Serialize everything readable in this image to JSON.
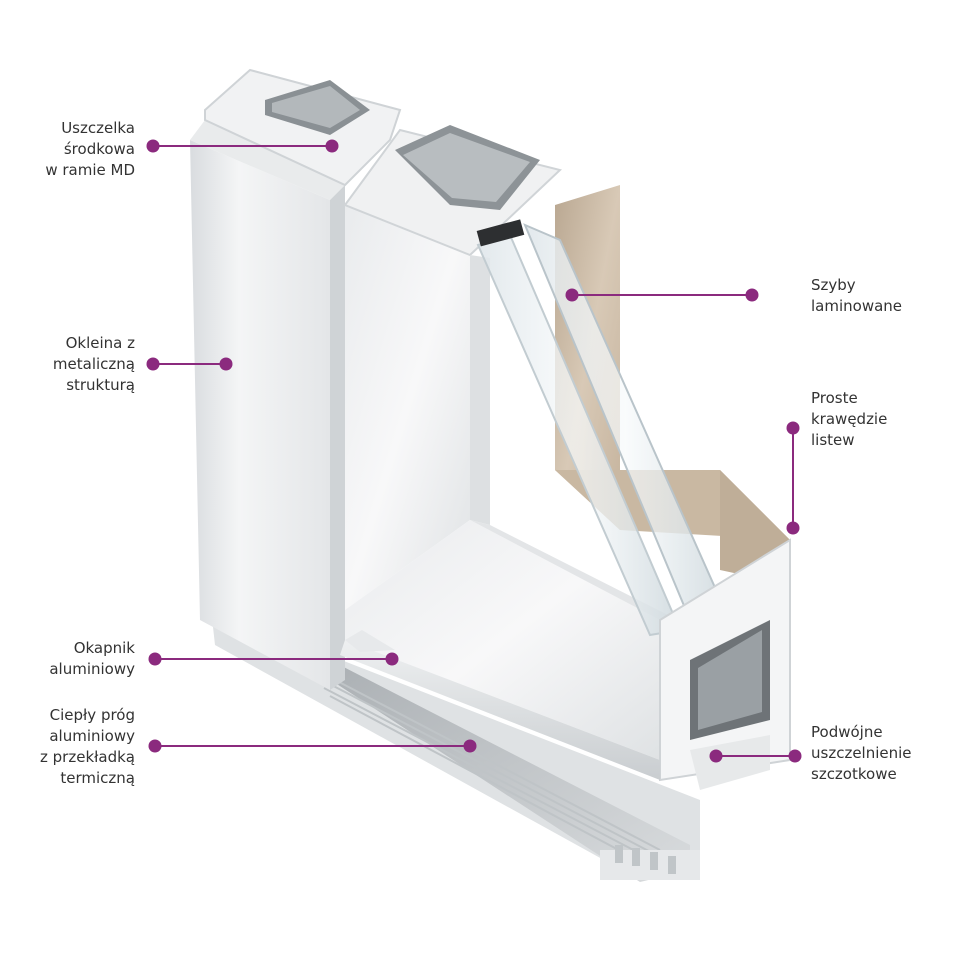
{
  "colors": {
    "accent": "#8b2a7e",
    "label_text": "#333333",
    "frame_white": "#f2f3f4",
    "wood_veneer": "#cdbba6"
  },
  "callouts": [
    {
      "id": "center-seal",
      "lines": [
        "Uszczelka",
        "środkowa",
        "w ramie MD"
      ]
    },
    {
      "id": "metallic-veneer",
      "lines": [
        "Okleina z",
        "metaliczną",
        "strukturą"
      ]
    },
    {
      "id": "aluminium-drip",
      "lines": [
        "Okapnik",
        "aluminiowy"
      ]
    },
    {
      "id": "warm-threshold",
      "lines": [
        "Ciepły próg",
        "aluminiowy",
        "z przekładką",
        "termiczną"
      ]
    },
    {
      "id": "laminated-glass",
      "lines": [
        "Szyby",
        "laminowane"
      ]
    },
    {
      "id": "straight-bead-edges",
      "lines": [
        "Proste",
        "krawędzie",
        "listew"
      ]
    },
    {
      "id": "double-brush-seal",
      "lines": [
        "Podwójne",
        "uszczelnienie",
        "szczotkowe"
      ]
    }
  ]
}
